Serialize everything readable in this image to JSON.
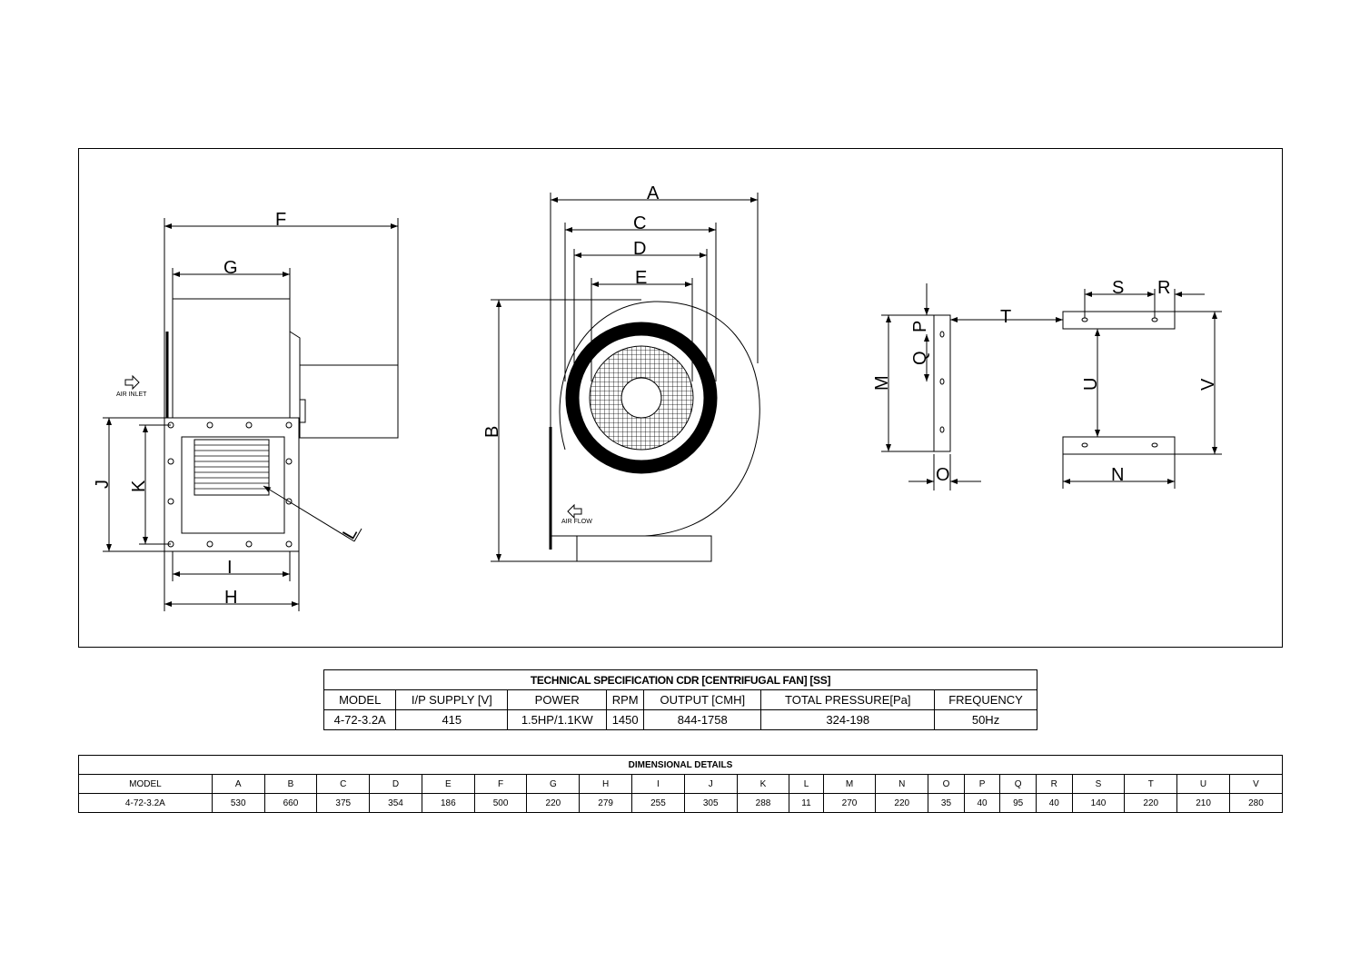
{
  "drawing": {
    "labels": {
      "A": "A",
      "B": "B",
      "C": "C",
      "D": "D",
      "E": "E",
      "F": "F",
      "G": "G",
      "H": "H",
      "I": "I",
      "J": "J",
      "K": "K",
      "L": "L",
      "M": "M",
      "N": "N",
      "O": "O",
      "P": "P",
      "Q": "Q",
      "R": "R",
      "S": "S",
      "T": "T",
      "U": "U",
      "V": "V"
    },
    "air_inlet": "AIR INLET",
    "air_flow": "AIR FLOW"
  },
  "spec_table": {
    "title": "TECHNICAL SPECIFICATION CDR [CENTRIFUGAL FAN] [SS]",
    "headers": [
      "MODEL",
      "I/P SUPPLY [V]",
      "POWER",
      "RPM",
      "OUTPUT [CMH]",
      "TOTAL PRESSURE[Pa]",
      "FREQUENCY"
    ],
    "row": [
      "4-72-3.2A",
      "415",
      "1.5HP/1.1KW",
      "1450",
      "844-1758",
      "324-198",
      "50Hz"
    ]
  },
  "dim_table": {
    "title": "DIMENSIONAL DETAILS",
    "headers": [
      "MODEL",
      "A",
      "B",
      "C",
      "D",
      "E",
      "F",
      "G",
      "H",
      "I",
      "J",
      "K",
      "L",
      "M",
      "N",
      "O",
      "P",
      "Q",
      "R",
      "S",
      "T",
      "U",
      "V"
    ],
    "row": [
      "4-72-3.2A",
      "530",
      "660",
      "375",
      "354",
      "186",
      "500",
      "220",
      "279",
      "255",
      "305",
      "288",
      "11",
      "270",
      "220",
      "35",
      "40",
      "95",
      "40",
      "140",
      "220",
      "210",
      "280"
    ]
  }
}
